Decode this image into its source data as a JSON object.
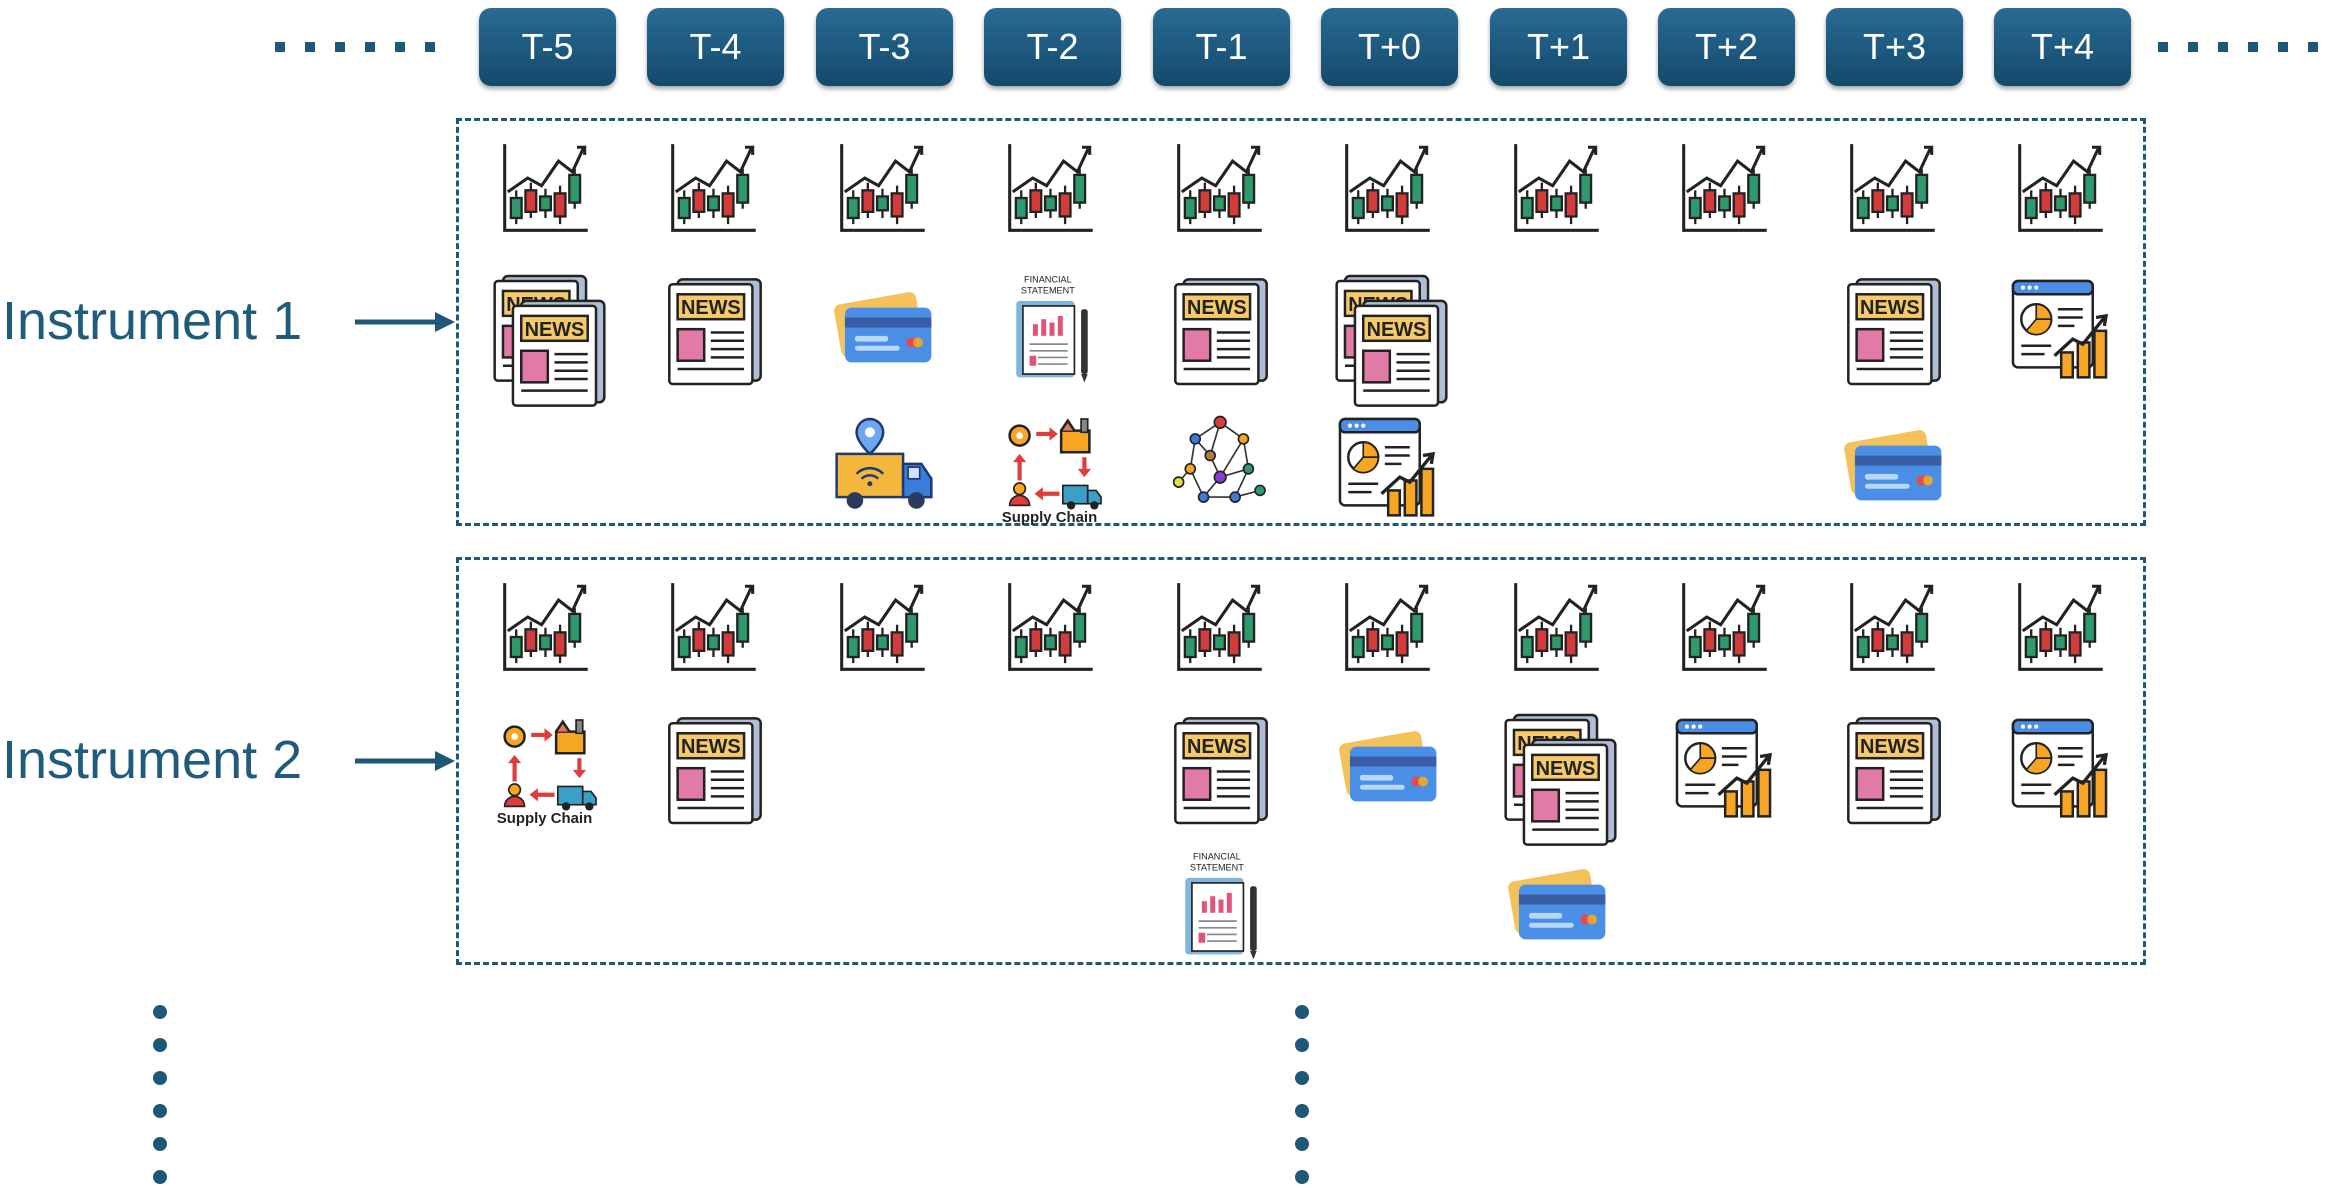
{
  "timeline": [
    "T-5",
    "T-4",
    "T-3",
    "T-2",
    "T-1",
    "T+0",
    "T+1",
    "T+2",
    "T+3",
    "T+4"
  ],
  "instruments": [
    {
      "label": "Instrument 1",
      "events": [
        [
          "chart",
          "news-double"
        ],
        [
          "chart",
          "news"
        ],
        [
          "chart",
          "card",
          "truck"
        ],
        [
          "chart",
          "financial-statement",
          "supply-chain"
        ],
        [
          "chart",
          "news",
          "network"
        ],
        [
          "chart",
          "news-double",
          "report"
        ],
        [
          "chart"
        ],
        [
          "chart"
        ],
        [
          "chart",
          "news",
          "card"
        ],
        [
          "chart",
          "report"
        ]
      ]
    },
    {
      "label": "Instrument 2",
      "events": [
        [
          "chart",
          "supply-chain"
        ],
        [
          "chart",
          "news"
        ],
        [
          "chart"
        ],
        [
          "chart"
        ],
        [
          "chart",
          "news",
          "financial-statement"
        ],
        [
          "chart",
          "card"
        ],
        [
          "chart",
          "news-double",
          "card"
        ],
        [
          "chart",
          "report"
        ],
        [
          "chart",
          "news"
        ],
        [
          "chart",
          "report"
        ]
      ]
    }
  ],
  "icon_text": {
    "news": "NEWS",
    "financial_statement_line1": "FINANCIAL",
    "financial_statement_line2": "STATEMENT",
    "supply_chain": "Supply Chain"
  },
  "colors": {
    "time_box": "#1b5778",
    "label": "#1f5b7c",
    "border": "#1d5878"
  }
}
